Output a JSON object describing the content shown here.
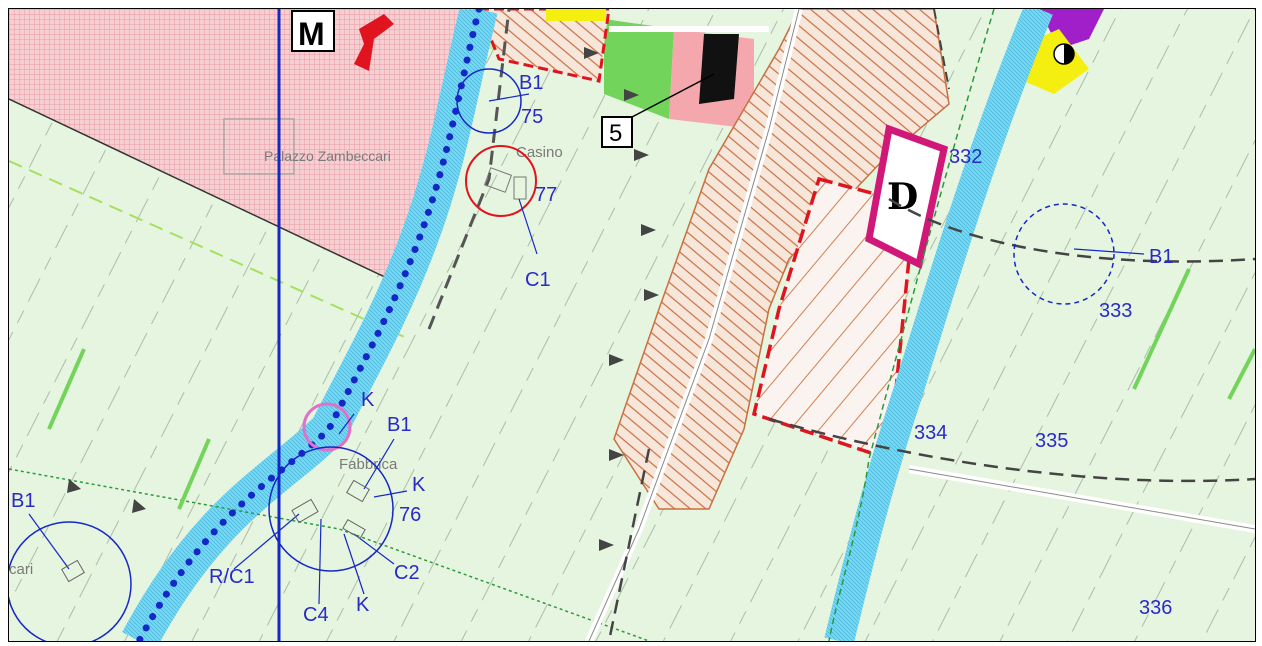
{
  "map": {
    "place_names": {
      "palazzo": "Palazzo Zambeccari",
      "casino": "Casino",
      "fabbrica": "Fabbrica",
      "left_place": "cari"
    },
    "letter_marker": "M",
    "box_number": "5",
    "zone_marker": "D",
    "half_circle_icon": "half-filled-circle-icon",
    "labels": {
      "b1_top": "B1",
      "n75": "75",
      "n77": "77",
      "c1_top": "C1",
      "n332": "332",
      "b1_right": "B1",
      "n333": "333",
      "n334": "334",
      "n335": "335",
      "n336": "336",
      "k_top": "K",
      "b1_mid": "B1",
      "k_mid": "K",
      "n76": "76",
      "b1_left": "B1",
      "rc1": "R/C1",
      "c4": "C4",
      "k_bottom": "K",
      "c2": "C2"
    },
    "colors": {
      "background": "#e6f5df",
      "hatched_pink": "#f6c9cc",
      "orange_hatch": "#c87040",
      "red_dashed": "#e0141e",
      "blue_line": "#1428c8",
      "river": "#6fd2ee",
      "magenta": "#d01878",
      "yellow": "#f4ef10",
      "green_field": "#72d45a",
      "label_blue": "#2a2ac8"
    }
  }
}
